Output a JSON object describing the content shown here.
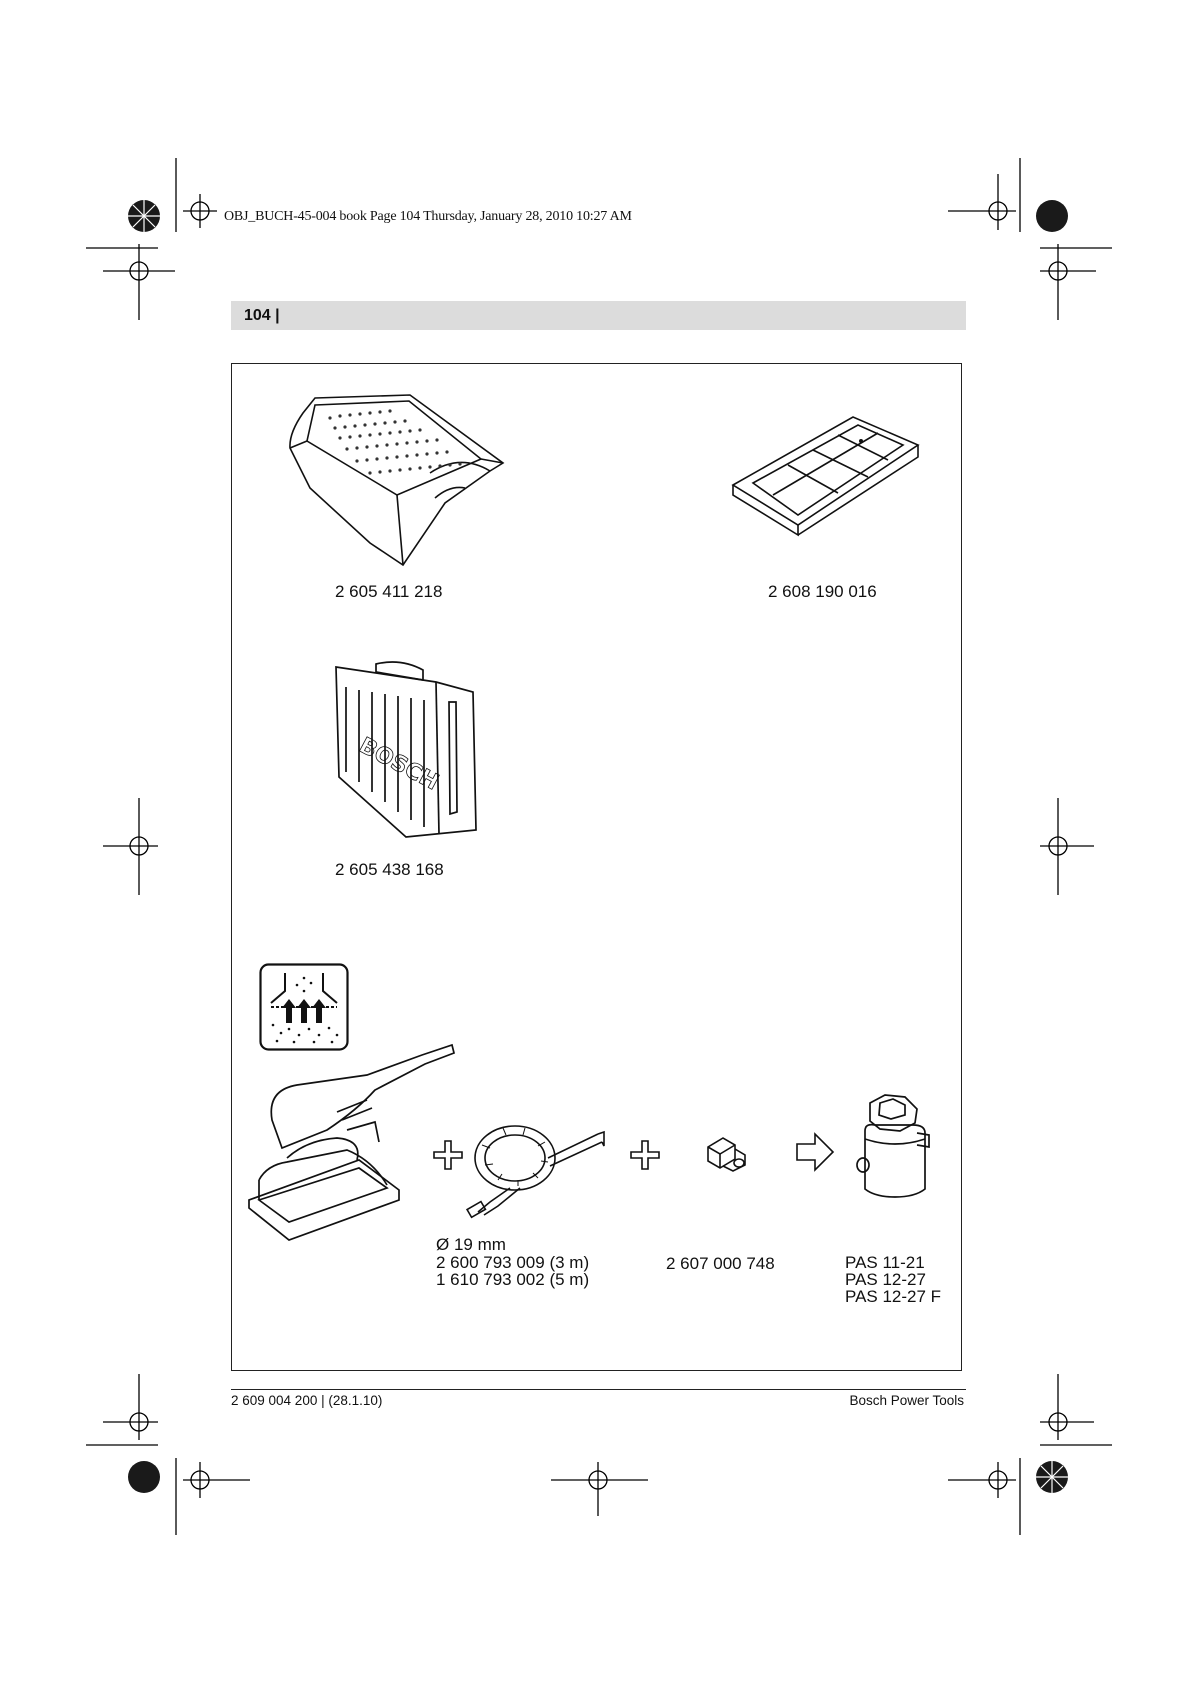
{
  "slug_line": "OBJ_BUCH-45-004 book  Page 104  Thursday, January 28, 2010  10:27 AM",
  "page_number": "104 |",
  "accessories": [
    {
      "part_number": "2 605 411 218",
      "icon": "dust-box-icon"
    },
    {
      "part_number": "2 608 190 016",
      "icon": "filter-frame-icon"
    },
    {
      "part_number": "2 605 438 168",
      "icon": "carrying-case-icon"
    }
  ],
  "dust_extraction": {
    "symbol_icon": "dust-extraction-symbol-icon",
    "hose": {
      "diameter": "Ø 19 mm",
      "variant_1": "2 600 793 009 (3 m)",
      "variant_2": "1 610 793 002 (5 m)",
      "icon": "extraction-hose-icon"
    },
    "adapter": {
      "part_number": "2 607 000 748",
      "icon": "adapter-icon"
    },
    "vacuums": [
      "PAS 11-21",
      "PAS 12-27",
      "PAS 12-27 F"
    ],
    "sander_icon": "orbital-sander-icon",
    "vacuum_icon": "vacuum-cleaner-icon"
  },
  "footer": {
    "left": "2 609 004 200 | (28.1.10)",
    "right": "Bosch Power Tools"
  }
}
